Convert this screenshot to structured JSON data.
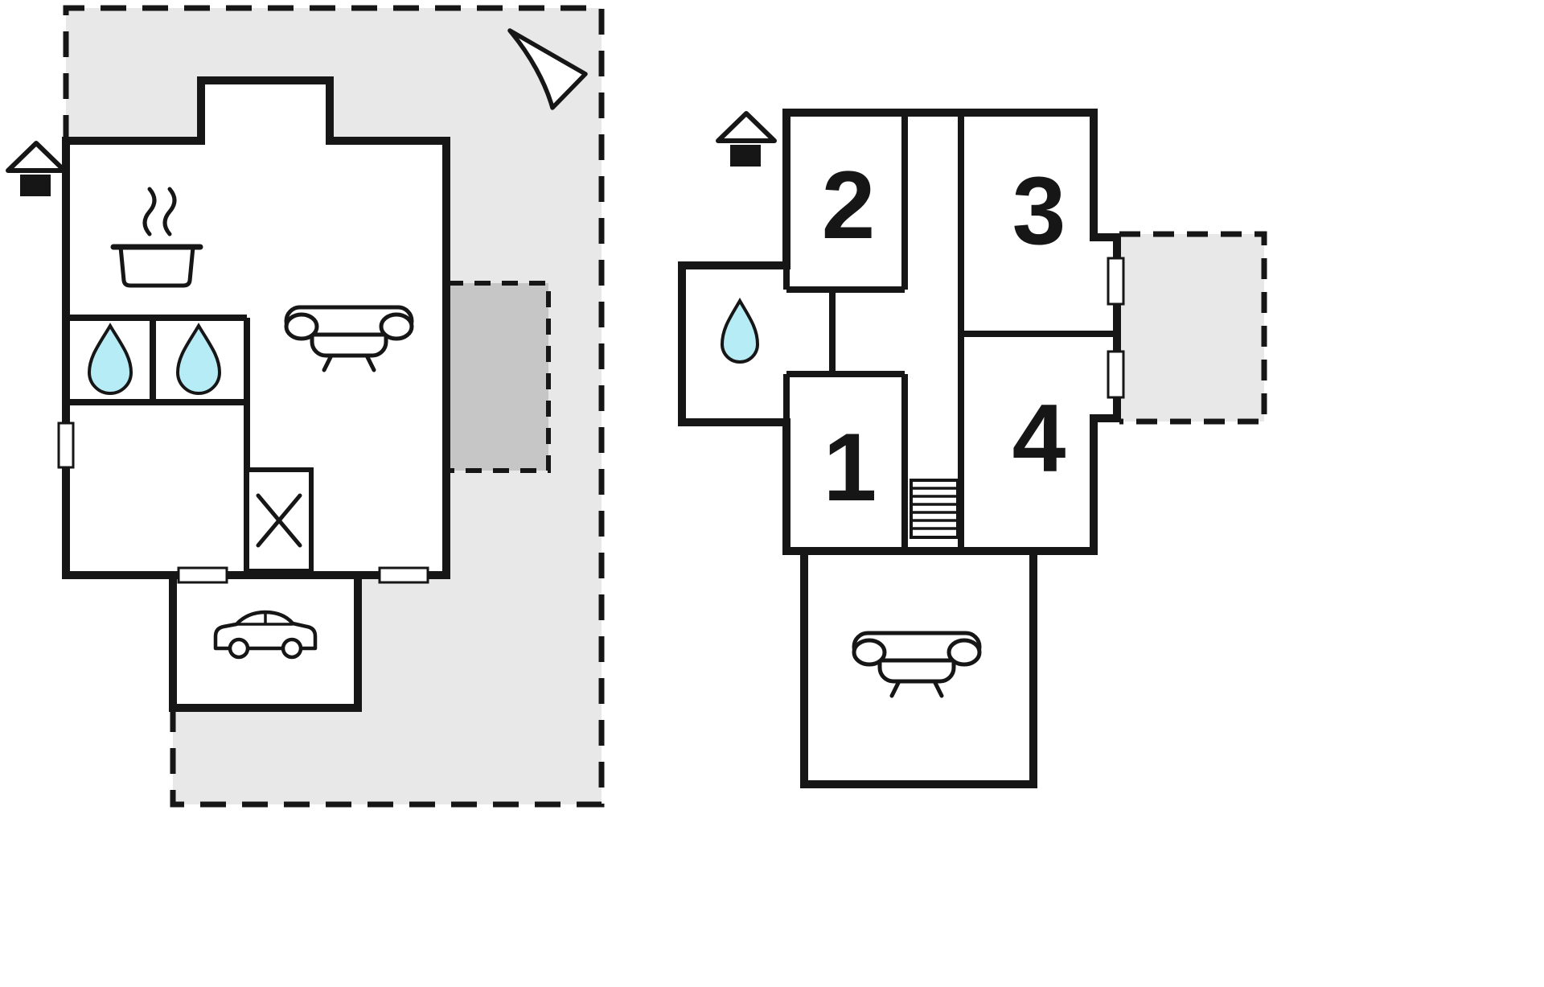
{
  "page": {
    "background": "#ffffff"
  },
  "colors": {
    "wall": "#161616",
    "plot_fill": "#e8e8e8",
    "terrace_fill": "#c6c6c6",
    "balcony_fill": "#e8e8e8",
    "water_fill": "#b6ecf5",
    "room_fill": "#ffffff"
  },
  "ground_floor": {
    "icons": [
      "house-marker-icon",
      "north-arrow-icon",
      "cooking-pot-icon",
      "sofa-icon",
      "water-drop-icon",
      "water-drop-icon",
      "utility-cross-icon",
      "car-icon"
    ]
  },
  "upper_floor": {
    "rooms": [
      {
        "label": "1"
      },
      {
        "label": "2"
      },
      {
        "label": "3"
      },
      {
        "label": "4"
      }
    ],
    "icons": [
      "house-marker-icon",
      "water-drop-icon",
      "stairs-icon",
      "sofa-icon"
    ]
  }
}
